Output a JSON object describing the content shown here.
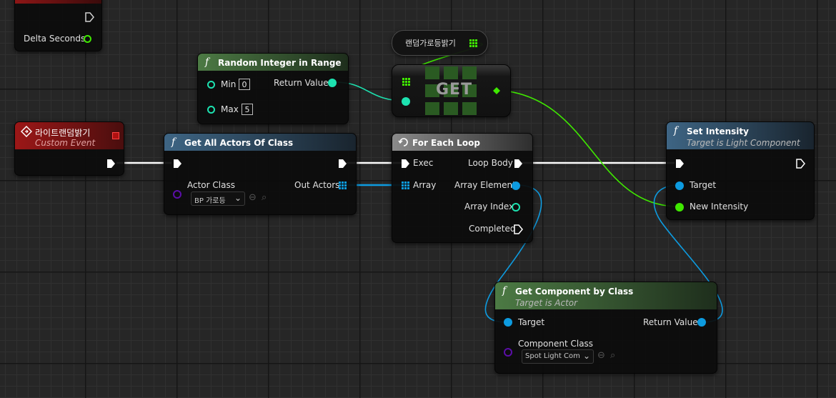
{
  "colors": {
    "exec": "#ffffff",
    "object_pin": "#0d9be0",
    "class_pin": "#5b0ea8",
    "integer_pin": "#1de2b0",
    "float_pin": "#3fe800",
    "pure_header": "#3d6b34",
    "function_header": "#2d4a61",
    "event_header": "#8d1616",
    "grid_bg": "#262626"
  },
  "partial_node": {
    "pin_label": "Delta Seconds"
  },
  "event_node": {
    "icon": "event-diamond-icon",
    "title": "라이트랜덤밝기",
    "subtitle": "Custom Event"
  },
  "random_node": {
    "icon": "function-f-icon",
    "title": "Random Integer in Range",
    "min_label": "Min",
    "min_value": "0",
    "max_label": "Max",
    "max_value": "5",
    "return_label": "Return Value"
  },
  "variable_node": {
    "label": "랜덤가로등밝기",
    "icon": "array-grid-icon"
  },
  "get_node": {
    "label": "GET"
  },
  "get_all_node": {
    "icon": "function-f-icon",
    "title": "Get All Actors Of Class",
    "actor_class_label": "Actor Class",
    "actor_class_value": "BP 가로등",
    "out_label": "Out Actors"
  },
  "foreach_node": {
    "icon": "loop-icon",
    "title": "For Each Loop",
    "exec_label": "Exec",
    "array_label": "Array",
    "loop_body_label": "Loop Body",
    "element_label": "Array Element",
    "index_label": "Array Index",
    "completed_label": "Completed"
  },
  "set_intensity_node": {
    "icon": "function-f-icon",
    "title": "Set Intensity",
    "subtitle": "Target is Light Component",
    "target_label": "Target",
    "new_intensity_label": "New Intensity"
  },
  "get_component_node": {
    "icon": "function-f-icon",
    "title": "Get Component by Class",
    "subtitle": "Target is Actor",
    "target_label": "Target",
    "return_label": "Return Value",
    "component_class_label": "Component Class",
    "component_class_value": "Spot Light Com"
  }
}
